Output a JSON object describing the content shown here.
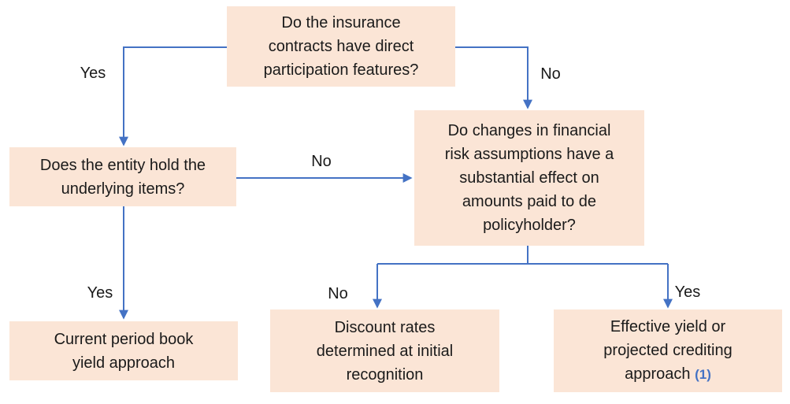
{
  "colors": {
    "box_fill": "#fbe5d6",
    "connector": "#4472c4",
    "text": "#1a1a1a",
    "footnote": "#4472c4",
    "background": "#ffffff"
  },
  "diagram": {
    "nodes": {
      "direct_participation": {
        "label": "Do the insurance\ncontracts have direct\nparticipation features?"
      },
      "entity_holds": {
        "label": "Does the entity hold the\nunderlying items?"
      },
      "financial_risk": {
        "label": "Do changes in financial\nrisk assumptions have a\nsubstantial effect on\namounts paid to de\npolicyholder?"
      },
      "current_period_book_yield": {
        "label": "Current period book\nyield approach"
      },
      "discount_rates": {
        "label": "Discount rates\ndetermined at initial\nrecognition"
      },
      "effective_yield": {
        "label": "Effective yield or\nprojected crediting\napproach",
        "footnote": "(1)"
      }
    },
    "edge_labels": {
      "top_yes": "Yes",
      "top_no": "No",
      "mid_no": "No",
      "hold_yes": "Yes",
      "risk_no": "No",
      "risk_yes": "Yes"
    }
  }
}
